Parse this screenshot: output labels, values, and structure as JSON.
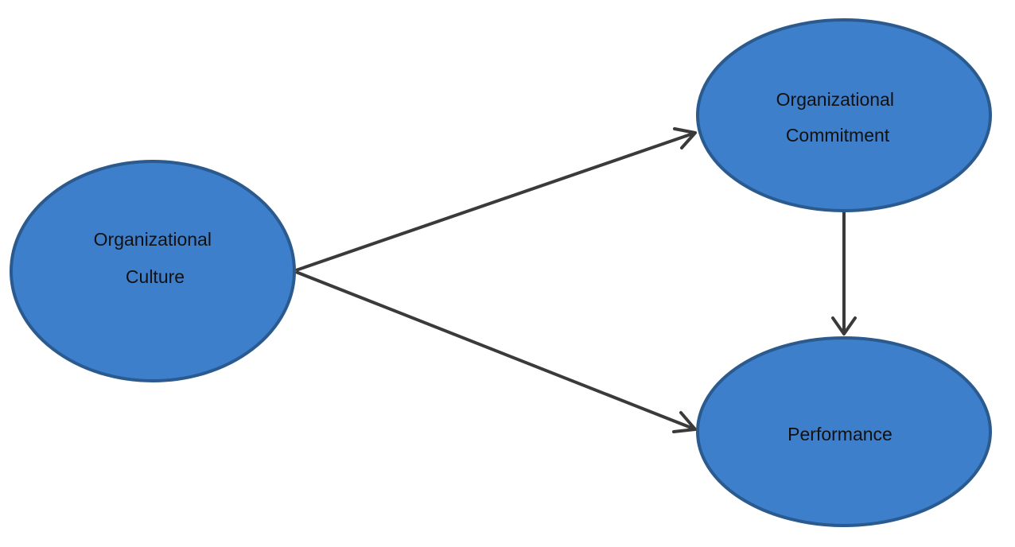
{
  "colors": {
    "node_fill": "#3E7FCC",
    "node_stroke": "#2A5A8E",
    "edge": "#3A3A3A",
    "label": "#111111",
    "background": "#FFFFFF"
  },
  "nodes": [
    {
      "id": "culture",
      "lines": [
        "Organizational",
        "Culture"
      ]
    },
    {
      "id": "commitment",
      "lines": [
        "Organizational",
        "Commitment"
      ]
    },
    {
      "id": "performance",
      "lines": [
        "Performance"
      ]
    }
  ],
  "edges": [
    {
      "from": "culture",
      "to": "commitment"
    },
    {
      "from": "culture",
      "to": "performance"
    },
    {
      "from": "commitment",
      "to": "performance"
    }
  ]
}
